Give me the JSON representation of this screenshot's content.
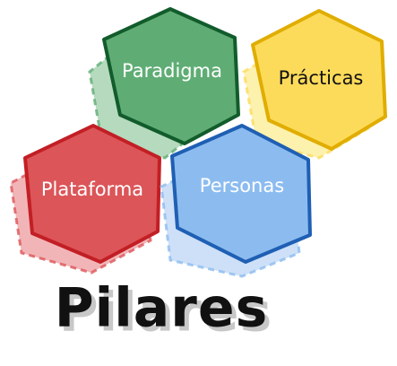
{
  "title": "Pilares",
  "pillars": [
    {
      "label": "Paradigma",
      "fill": "#5fad74",
      "stroke": "#125c2c",
      "shadow": "#a9d4b3",
      "text_color": "#ffffff"
    },
    {
      "label": "Prácticas",
      "fill": "#fddb5a",
      "stroke": "#e0ad00",
      "shadow": "#fdeea0",
      "text_color": "#111111"
    },
    {
      "label": "Plataforma",
      "fill": "#dc5559",
      "stroke": "#c21f25",
      "shadow": "#f0a8aa",
      "text_color": "#ffffff"
    },
    {
      "label": "Personas",
      "fill": "#8cbcef",
      "stroke": "#1f5fb4",
      "shadow": "#c4dbf7",
      "text_color": "#ffffff"
    }
  ],
  "title_color": "#111111"
}
